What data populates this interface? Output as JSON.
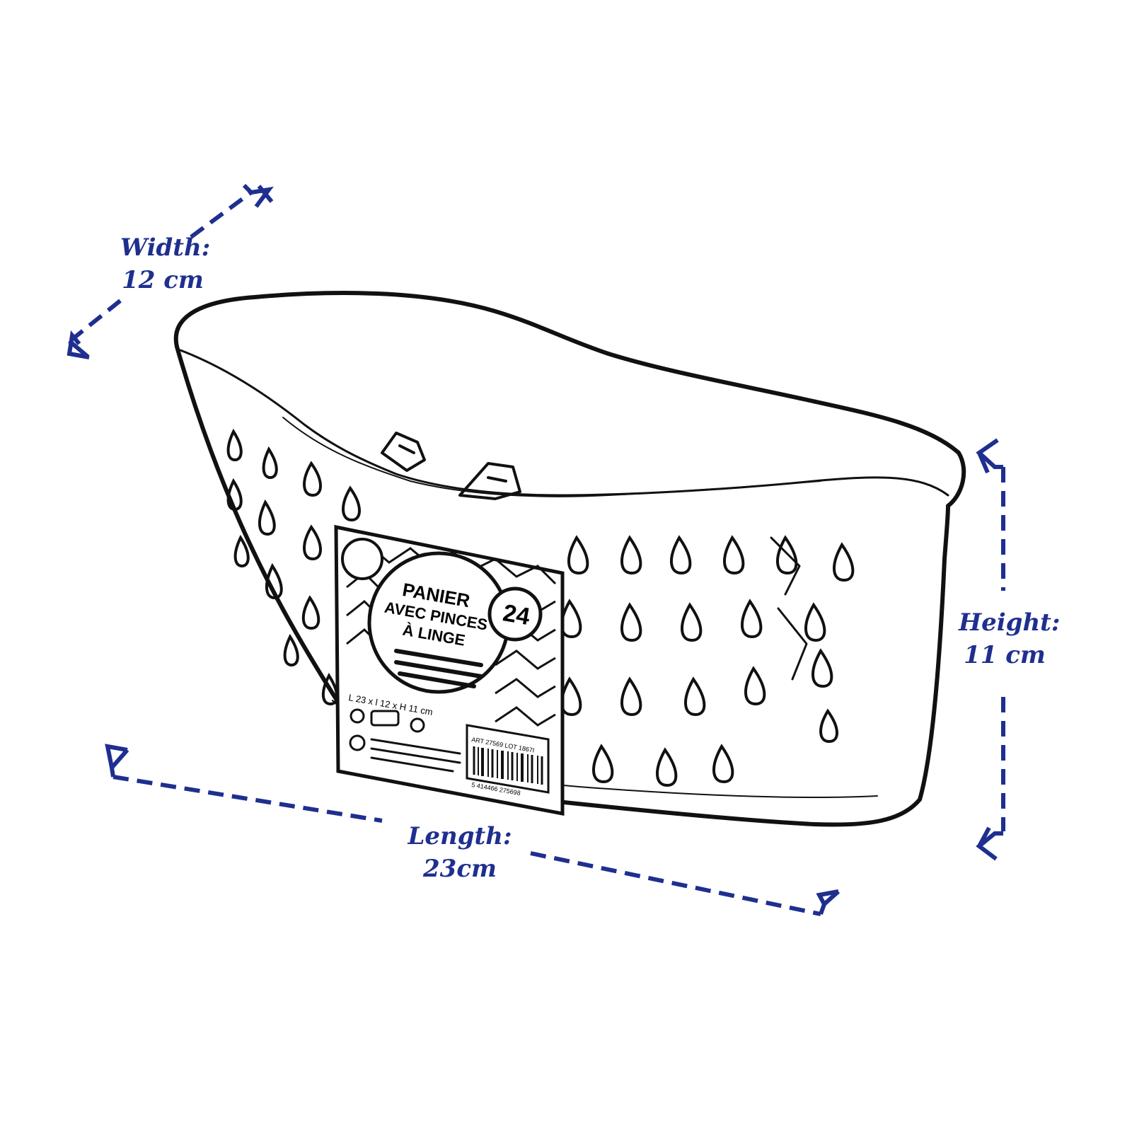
{
  "colors": {
    "accent": "#1f2f8f",
    "drawing": "#111111",
    "background": "#ffffff"
  },
  "dimensions": {
    "width": {
      "label": "Width:",
      "value": "12 cm"
    },
    "height": {
      "label": "Height:",
      "value": "11 cm"
    },
    "length": {
      "label": "Length:",
      "value": "23cm"
    }
  },
  "package": {
    "title_lines": [
      "PANIER",
      "AVEC PINCES",
      "À LINGE"
    ],
    "count": "24",
    "size_text": "L 23 x l 12 x H 11 cm",
    "article_text": "ART 27569 LOT 1867I",
    "barcode_number": "5 414466 275698"
  }
}
